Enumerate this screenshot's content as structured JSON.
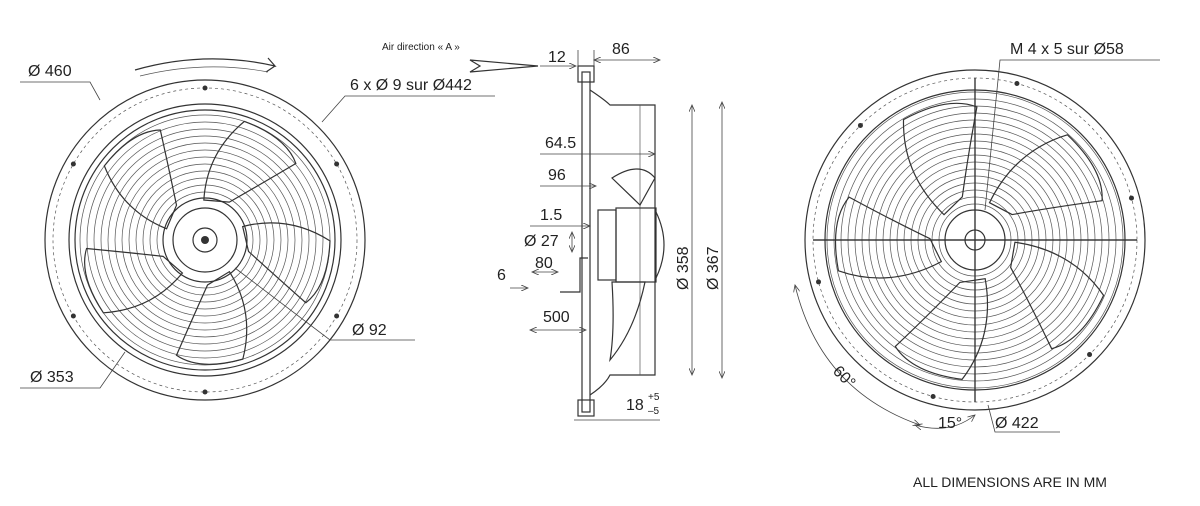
{
  "labels": {
    "d460": "Ø 460",
    "holes": "6 x Ø 9 sur Ø442",
    "air_direction": "Air direction « A »",
    "d12": "12",
    "d86": "86",
    "d64_5": "64.5",
    "d96": "96",
    "d1_5": "1.5",
    "d27": "Ø 27",
    "d6": "6",
    "d80": "80",
    "d500": "500",
    "d358": "Ø 358",
    "d367": "Ø 367",
    "d18": "18",
    "tol_plus": "+5",
    "tol_minus": "–5",
    "d92": "Ø 92",
    "d353": "Ø 353",
    "mount": "M 4 x 5 sur Ø58",
    "a60": "60°",
    "a15": "15°",
    "d422": "Ø 422"
  },
  "note": "ALL DIMENSIONS ARE IN MM"
}
